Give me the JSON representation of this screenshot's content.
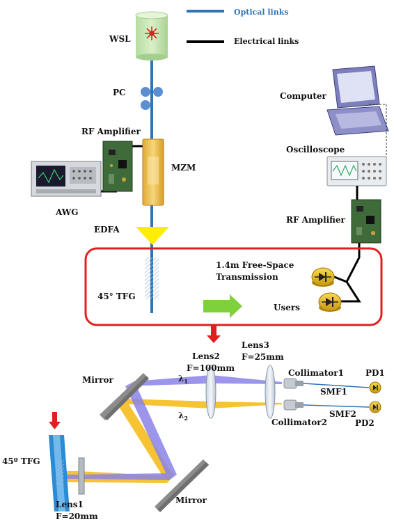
{
  "legend": {
    "optical": "Optical links",
    "electrical": "Electrical links"
  },
  "labels": {
    "wsl": "WSL",
    "pc": "PC",
    "rf_amp_top": "RF Amplifier",
    "mzm": "MZM",
    "awg": "AWG",
    "edfa": "EDFA",
    "computer": "Computer",
    "oscilloscope": "Oscilloscope",
    "rf_amp_right": "RF Amplifier",
    "tfg_top": "45° TFG",
    "free_space_1": "1.4m Free-Space",
    "free_space_2": "Transmission",
    "users": "Users",
    "lens2": "Lens2",
    "lens2_f": "F=100mm",
    "lens3": "Lens3",
    "lens3_f": "F=25mm",
    "mirror_top": "Mirror",
    "mirror_bottom": "Mirror",
    "lambda1": "λ",
    "lambda1_sub": "1",
    "lambda2": "λ",
    "lambda2_sub": "2",
    "collimator1": "Collimator1",
    "collimator2": "Collimator2",
    "smf1": "SMF1",
    "smf2": "SMF2",
    "pd1": "PD1",
    "pd2": "PD2",
    "tfg_bottom": "45º TFG",
    "lens1": "Lens1",
    "lens1_f": "F=20mm"
  },
  "colors": {
    "optical": "#2e75b6",
    "electrical": "#000000",
    "box": "#e02020",
    "arrow_green": "#7fd13b",
    "edfa": "#ffee00",
    "beam_blue": "#8a84e8",
    "beam_yellow": "#f5c02a",
    "pd": "#f0c419"
  }
}
